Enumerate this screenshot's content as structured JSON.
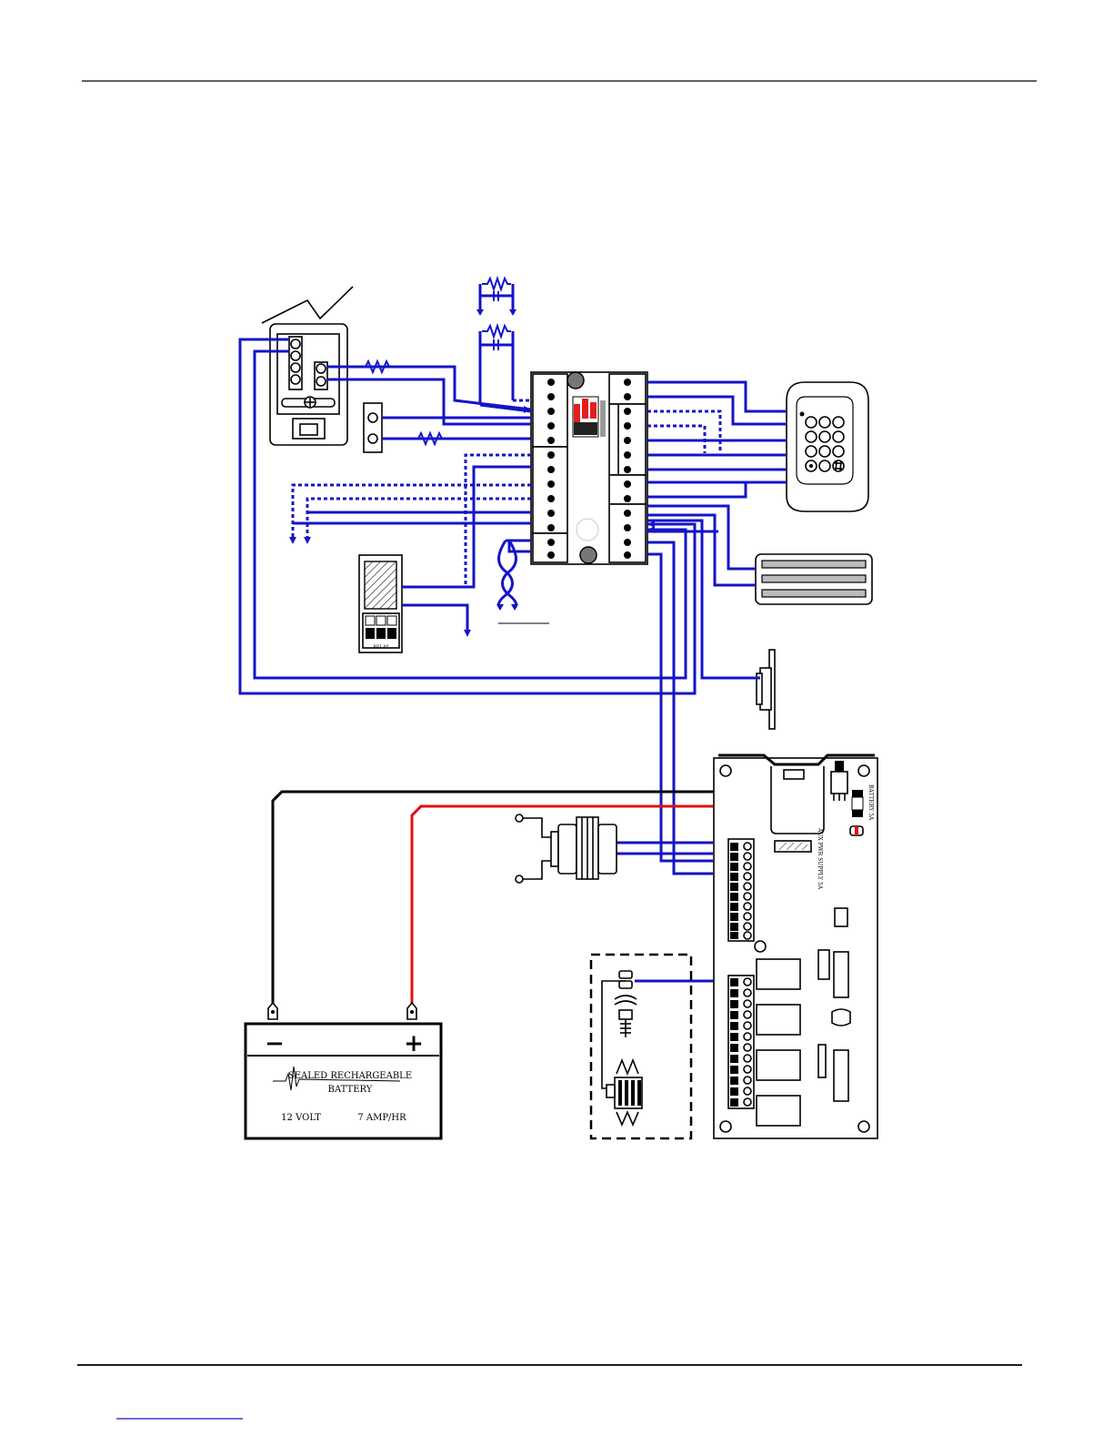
{
  "battery": {
    "minus": "−",
    "plus": "+",
    "line1": "SEALED RECHARGEABLE",
    "line2": "BATTERY",
    "voltage": "12 VOLT",
    "capacity": "7 AMP/HR"
  },
  "relay_module": {
    "label": "RELAY"
  },
  "power_board": {
    "battery_label": "BATTERY 5A",
    "aux_label": "AUX PWR SUPPLY 5A"
  },
  "colors": {
    "wire": "#1414c8",
    "battery_positive": "#e01010",
    "battery_negative": "#000000",
    "controller_led": "#e02020"
  }
}
